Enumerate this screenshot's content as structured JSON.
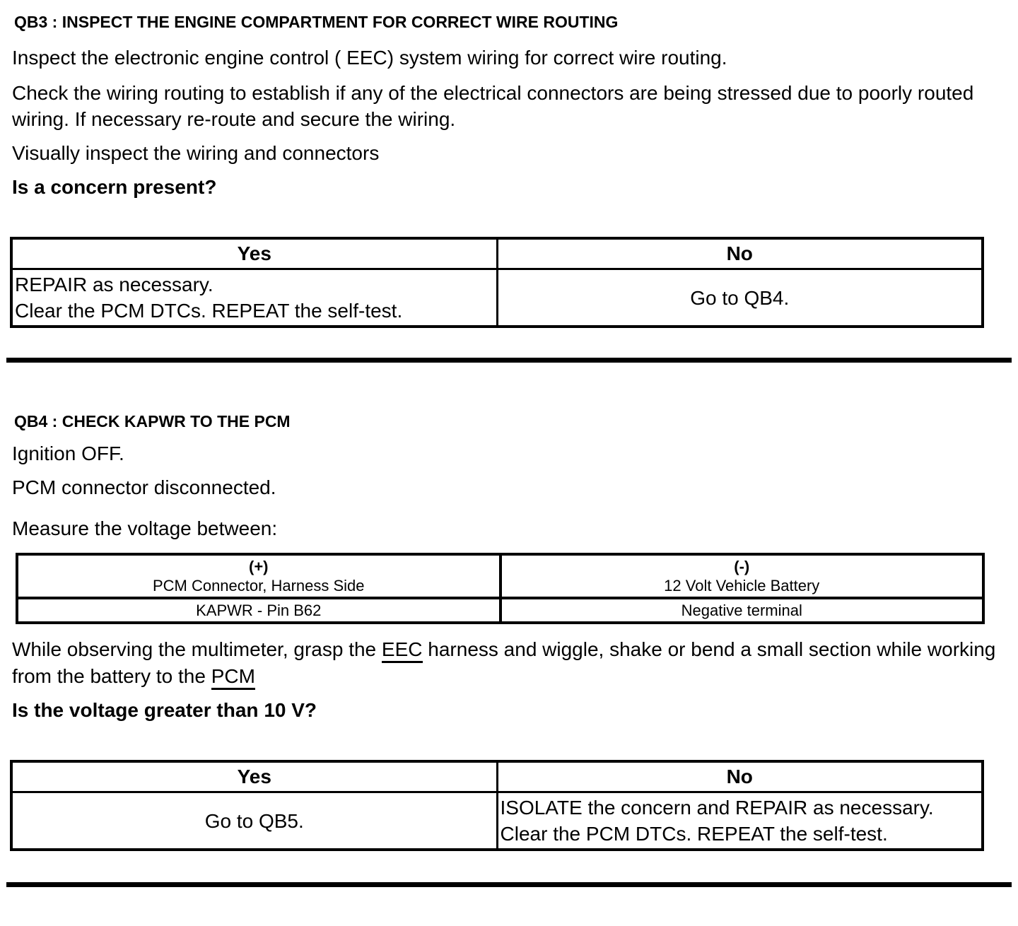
{
  "colors": {
    "text": "#000000",
    "background": "#ffffff",
    "table_border": "#000000"
  },
  "qb3": {
    "heading": "QB3 : INSPECT THE ENGINE COMPARTMENT FOR CORRECT WIRE ROUTING",
    "paragraphs": [
      "Inspect the electronic engine control ( EEC) system wiring for correct wire routing.",
      "Check the wiring routing to establish if any of the electrical connectors are being stressed due to poorly routed wiring. If necessary re-route and secure the wiring.",
      "Visually inspect the wiring and connectors"
    ],
    "question": "Is a concern present?",
    "decision_table": {
      "yes_header": "Yes",
      "no_header": "No",
      "yes_action": "REPAIR as necessary.\nClear the PCM DTCs. REPEAT the self-test.",
      "no_action": "Go to QB4."
    }
  },
  "qb4": {
    "heading": "QB4 : CHECK KAPWR TO THE PCM",
    "steps": [
      "Ignition OFF.",
      "PCM connector disconnected.",
      "Measure the voltage between:"
    ],
    "measurement_table": {
      "positive": {
        "symbol": "(+)",
        "source": "PCM Connector, Harness Side",
        "point": "KAPWR - Pin B62"
      },
      "negative": {
        "symbol": "(-)",
        "source": "12 Volt Vehicle Battery",
        "point": "Negative terminal"
      }
    },
    "wiggle": {
      "part1": "While observing the multimeter, grasp the ",
      "link_eec": "EEC",
      "part2": " harness and wiggle, shake or bend a small section while working from the battery to the ",
      "link_pcm": "PCM"
    },
    "question": "Is the voltage greater than 10 V?",
    "decision_table": {
      "yes_header": "Yes",
      "no_header": "No",
      "yes_action": "Go to QB5.",
      "no_action": "ISOLATE the concern and REPAIR as necessary.\nClear the PCM DTCs. REPEAT the self-test."
    }
  }
}
